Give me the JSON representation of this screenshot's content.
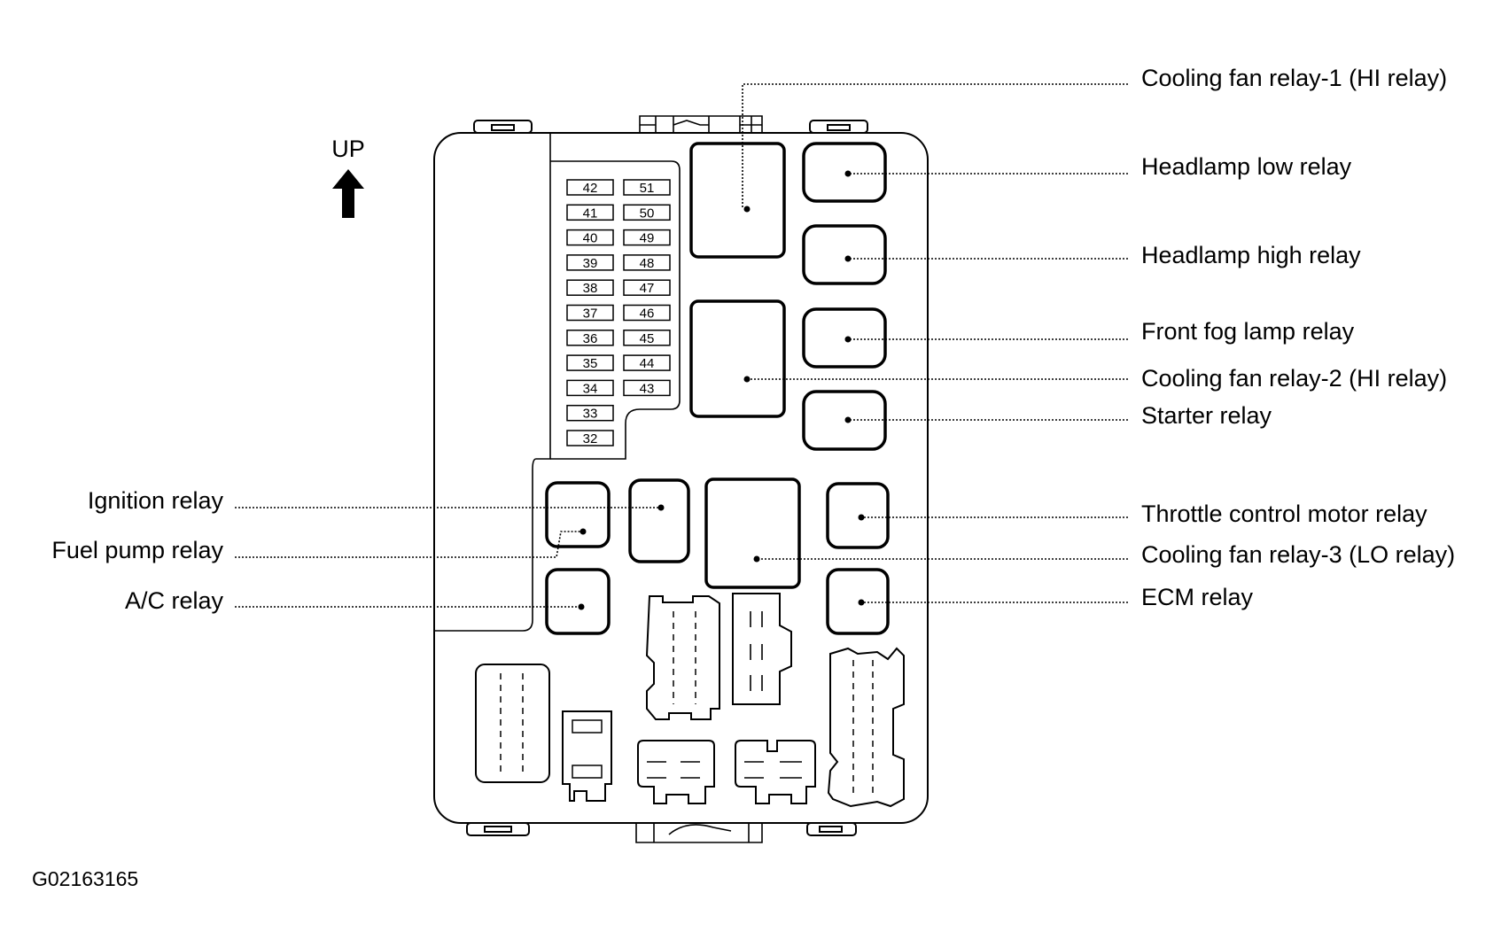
{
  "direction_label": "UP",
  "figure_code": "G02163165",
  "labels": {
    "cooling_fan_relay_1": "Cooling fan relay-1 (HI relay)",
    "headlamp_low_relay": "Headlamp low relay",
    "headlamp_high_relay": "Headlamp high relay",
    "front_fog_lamp_relay": "Front fog lamp relay",
    "cooling_fan_relay_2": "Cooling fan relay-2 (HI relay)",
    "starter_relay": "Starter relay",
    "throttle_control_motor_relay": "Throttle control motor relay",
    "cooling_fan_relay_3": "Cooling fan relay-3 (LO relay)",
    "ecm_relay": "ECM relay",
    "ignition_relay": "Ignition relay",
    "fuel_pump_relay": "Fuel pump relay",
    "ac_relay": "A/C relay"
  },
  "fuses": {
    "left_column": [
      "42",
      "41",
      "40",
      "39",
      "38",
      "37",
      "36",
      "35",
      "34",
      "33",
      "32"
    ],
    "right_column": [
      "51",
      "50",
      "49",
      "48",
      "47",
      "46",
      "45",
      "44",
      "43"
    ]
  }
}
